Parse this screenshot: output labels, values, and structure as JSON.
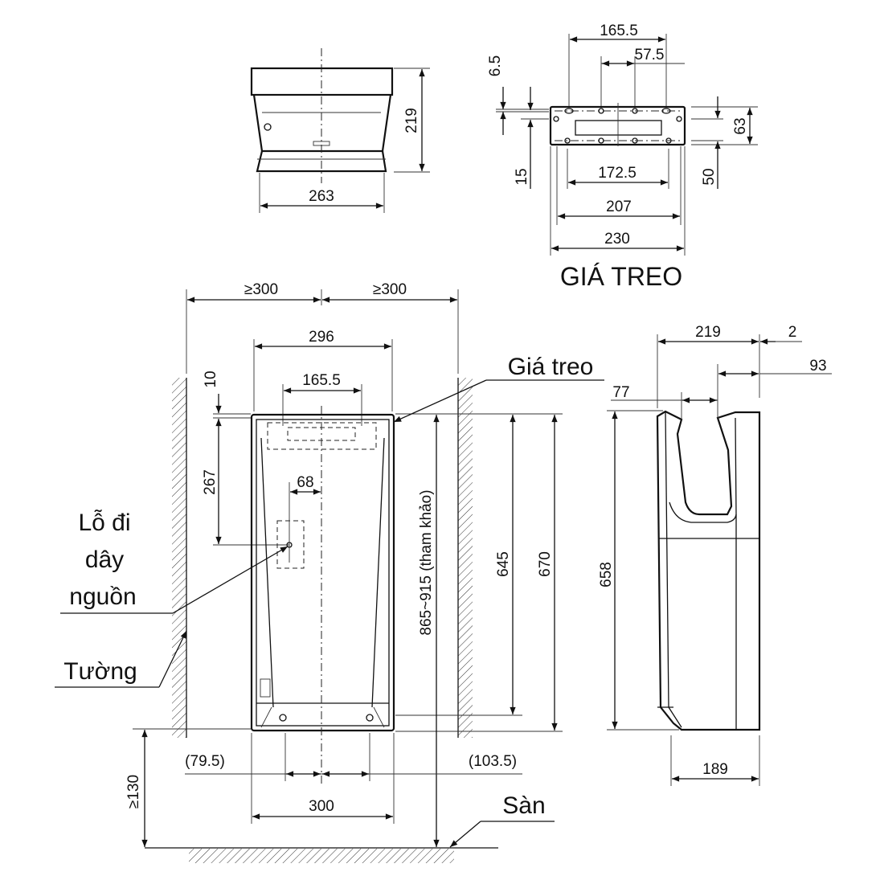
{
  "top_view": {
    "depth": "219",
    "width": "263"
  },
  "bracket_view": {
    "title": "GIÁ TREO",
    "dims": {
      "d165_5": "165.5",
      "d57_5": "57.5",
      "d6_5": "6.5",
      "d15": "15",
      "d172_5": "172.5",
      "d207": "207",
      "d230": "230",
      "d63": "63",
      "d50": "50"
    }
  },
  "front_view": {
    "clear_left": "≥300",
    "clear_right": "≥300",
    "width_top": "296",
    "d10": "10",
    "bracket_width": "165.5",
    "d267": "267",
    "d68": "68",
    "height_ref": "865~915 (tham khảo)",
    "d645": "645",
    "d670": "670",
    "offset_left": "(79.5)",
    "offset_right": "(103.5)",
    "width_bottom": "300",
    "floor_clearance": "≥130",
    "labels": {
      "bracket": "Giá treo",
      "cable_hole": [
        "Lỗ đi",
        "dây",
        "nguồn"
      ],
      "wall": "Tường",
      "floor": "Sàn"
    }
  },
  "side_view": {
    "d219": "219",
    "d2": "2",
    "d93": "93",
    "d77": "77",
    "d658": "658",
    "d189": "189"
  }
}
